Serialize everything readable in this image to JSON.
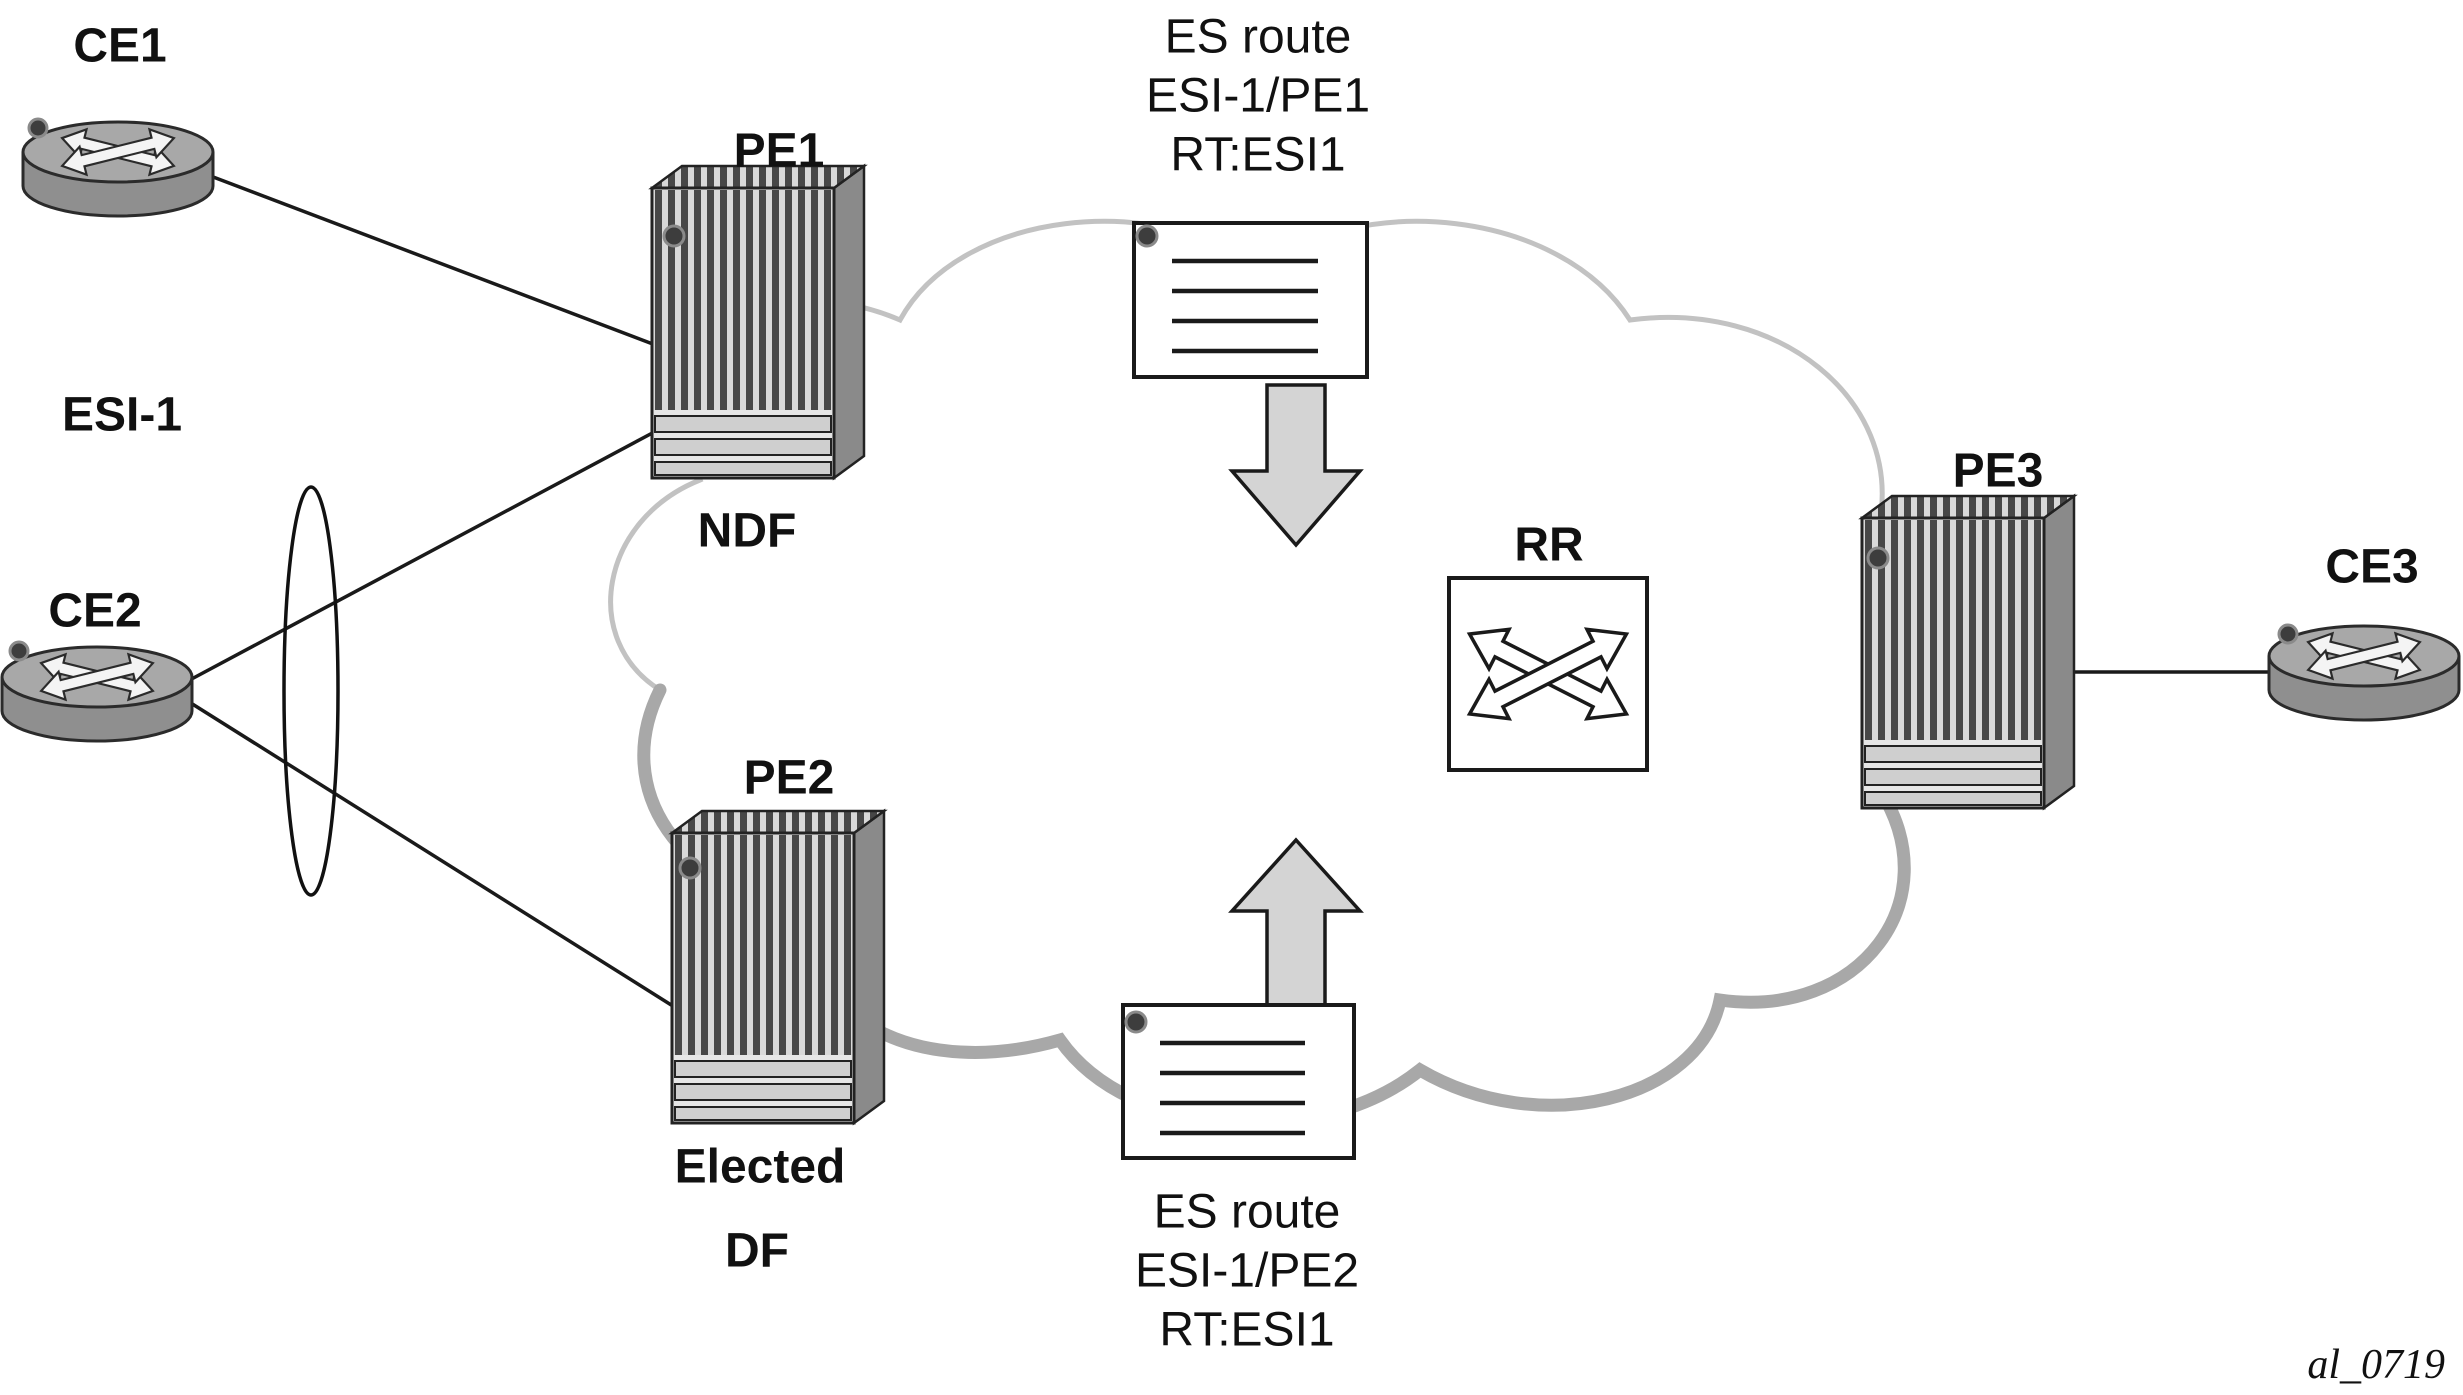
{
  "nodes": {
    "ce1": {
      "label": "CE1",
      "type": "customer-edge-router"
    },
    "ce2": {
      "label": "CE2",
      "type": "customer-edge-router"
    },
    "ce3": {
      "label": "CE3",
      "type": "customer-edge-router"
    },
    "pe1": {
      "label": "PE1",
      "role": "NDF",
      "type": "provider-edge-chassis"
    },
    "pe2": {
      "label": "PE2",
      "role_line1": "Elected",
      "role_line2": "DF",
      "type": "provider-edge-chassis"
    },
    "pe3": {
      "label": "PE3",
      "type": "provider-edge-chassis"
    },
    "rr": {
      "label": "RR",
      "type": "route-reflector"
    }
  },
  "segment": {
    "label": "ESI-1"
  },
  "routes": {
    "top": {
      "lines": [
        "ES route",
        "ESI-1/PE1",
        "RT:ESI1"
      ]
    },
    "bottom": {
      "lines": [
        "ES route",
        "ESI-1/PE2",
        "RT:ESI1"
      ]
    }
  },
  "caption": "al_0719",
  "links": [
    "CE1-PE1",
    "CE2-PE1",
    "CE2-PE2",
    "PE3-CE3"
  ],
  "icons": {
    "router": "cylinder-with-crossed-arrows-icon",
    "pe_chassis": "striped-3d-chassis-icon",
    "route_reflector": "square-crossed-double-arrows-icon",
    "es_route_note": "document-with-lines-icon",
    "arrow_down": "block-arrow-down-icon",
    "arrow_up": "block-arrow-up-icon",
    "segment": "ethernet-segment-ellipse"
  },
  "colors": {
    "line": "#1a1a1a",
    "cloud_stroke": "#c2c2c2",
    "cloud_shadow": "#a8a8a8",
    "arrow_fill": "#d4d4d4",
    "router_fill": "#8f8f8f",
    "router_top": "#a8a8a8",
    "chassis_stripe_dark": "#474747",
    "chassis_stripe_light": "#d8d8d8",
    "chassis_side": "#8a8a8a",
    "note_fill": "#ffffff"
  }
}
